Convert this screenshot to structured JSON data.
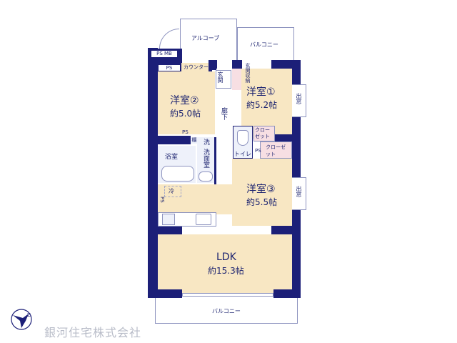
{
  "floorplan": {
    "rooms": {
      "western2": {
        "name": "洋室②",
        "size": "約5.0帖"
      },
      "western1": {
        "name": "洋室①",
        "size": "約5.2帖"
      },
      "western3": {
        "name": "洋室③",
        "size": "約5.5帖"
      },
      "ldk": {
        "name": "LDK",
        "size": "約15.3帖"
      }
    },
    "labels": {
      "alcove": "アルコーブ",
      "balcony_top": "バルコニー",
      "balcony_bottom": "バルコニー",
      "ps_mb": "PS MB",
      "ps_top": "PS",
      "counter": "カウンター",
      "entrance": "玄関",
      "entrance_storage": "玄関収納",
      "hallway": "廊下",
      "bay_window_1": "出窓",
      "bay_window_2": "出窓",
      "closet_1": "クローゼット",
      "closet_2": "クローゼット",
      "ps_closet": "PS",
      "ps_western2": "PS",
      "shelf": "棚",
      "bathroom": "浴室",
      "washroom": "洗面室",
      "laundry": "洗",
      "toilet": "トイレ",
      "fridge": "冷",
      "ps_kitchen": "PS"
    },
    "colors": {
      "wall": "#1c1f78",
      "floor": "#f8e7c3",
      "closet": "#f7dfe3",
      "wet_area": "#eef1fa",
      "text": "#1d2470"
    }
  },
  "brand": {
    "company": "銀河住宅株式会社"
  }
}
